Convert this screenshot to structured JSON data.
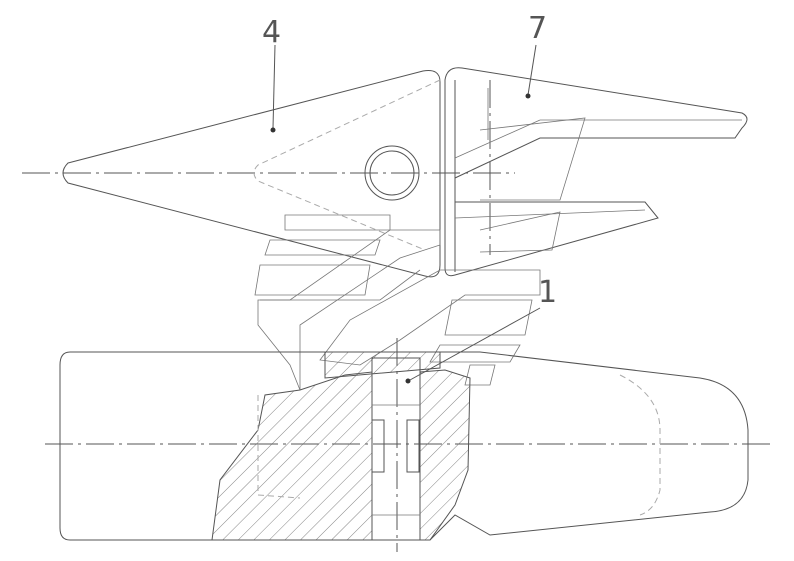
{
  "callouts": {
    "part_4": "4",
    "part_7": "7",
    "part_1": "1"
  }
}
